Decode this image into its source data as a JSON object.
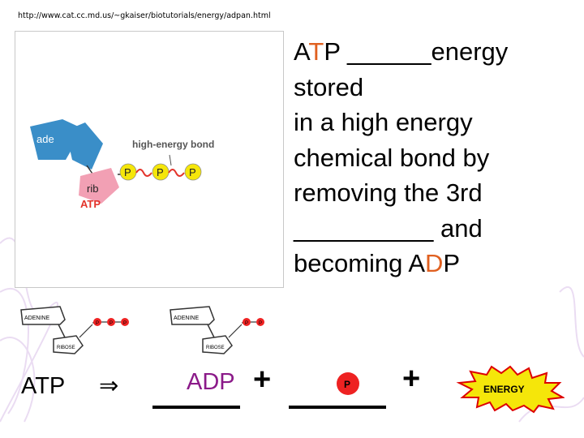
{
  "url": "http://www.cat.cc.md.us/~gkaiser/biotutorials/energy/adpan.html",
  "figure": {
    "ade_label": "ade",
    "rib_label": "rib",
    "phosphate_label": "P",
    "bond_label": "high-energy bond",
    "atp_label": "ATP"
  },
  "main_text": {
    "line1_a": "A",
    "line1_t": "T",
    "line1_rest": "P ______energy",
    "line2": "stored",
    "line3": "in a high energy",
    "line4": "chemical bond by",
    "line5": "removing the 3rd",
    "line6": "__________ and",
    "line7_a": "becoming A",
    "line7_d": "D",
    "line7_p": "P"
  },
  "molecules": {
    "adenine_label": "ADENINE",
    "ribose_label": "RIBOSE",
    "phosphate_label": "P"
  },
  "equation": {
    "atp": "ATP",
    "arrow": "⇒",
    "adp": "ADP",
    "plus1": "+",
    "plus2": "+",
    "p": "P",
    "energy": "ENERGY"
  },
  "colors": {
    "pentagon_blue": "#3a8ec8",
    "ribose_pink": "#f2a0b4",
    "phosphate_yellow": "#f5e60a",
    "highlight_orange": "#e06020",
    "highlight_purple": "#8b1a89",
    "atp_label_red": "#e3342b"
  }
}
